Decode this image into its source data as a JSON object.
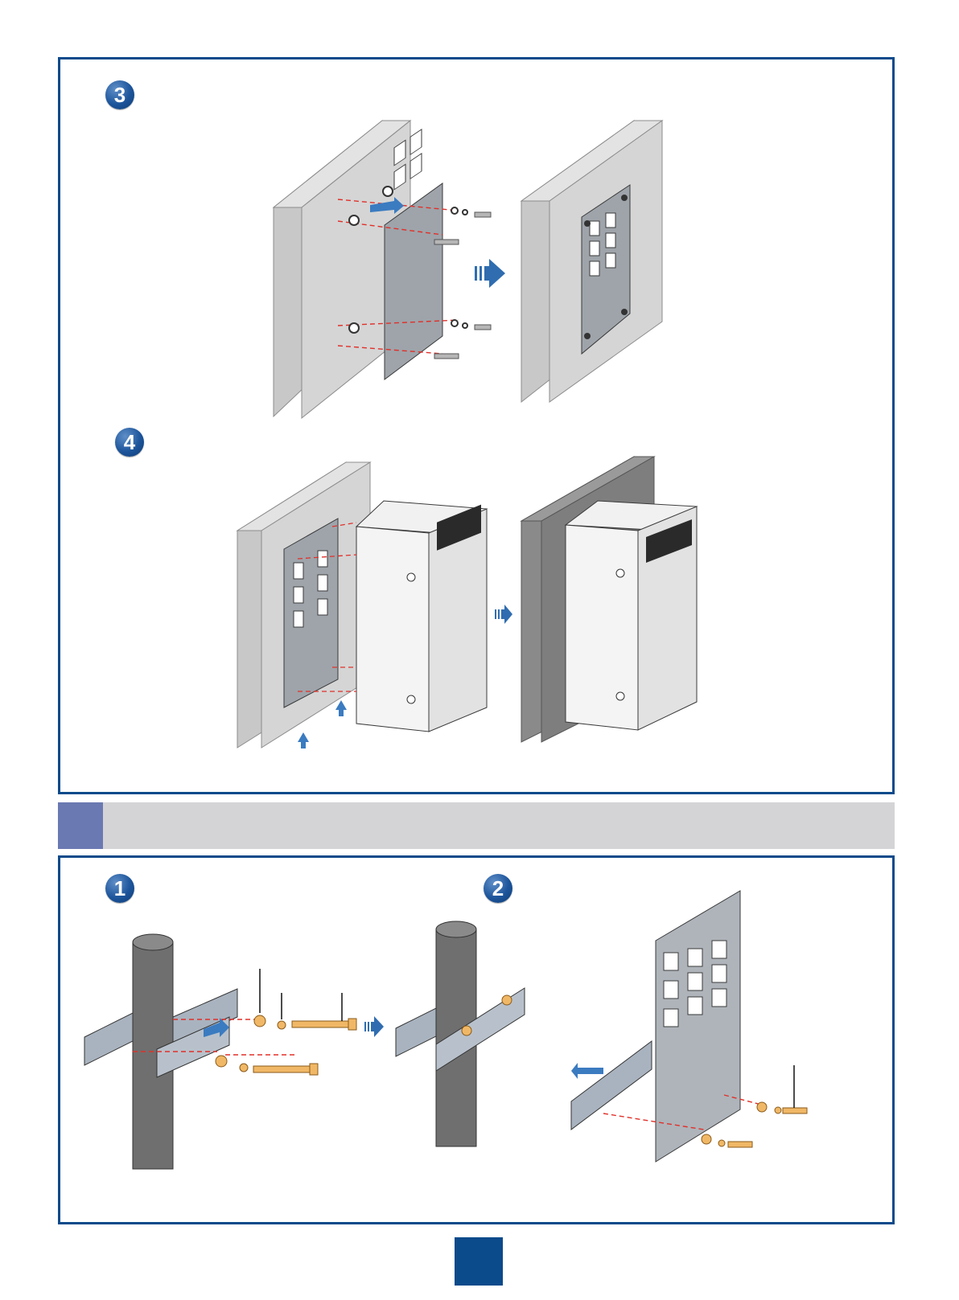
{
  "steps": {
    "s3": "3",
    "s4": "4",
    "s1": "1",
    "s2": "2"
  },
  "colors": {
    "frame_border": "#0b4a8b",
    "step_badge": "#1d559b",
    "banner_bg": "#d4d4d6",
    "banner_tab": "#6a79b2",
    "page_tab": "#0b4a8b",
    "arrow": "#2f6db0",
    "guide_line": "#e0302a",
    "screw_gold": "#f0b866"
  },
  "icons": {
    "step_badge": "circled-number",
    "direction_arrow": "right-arrow-icon"
  }
}
